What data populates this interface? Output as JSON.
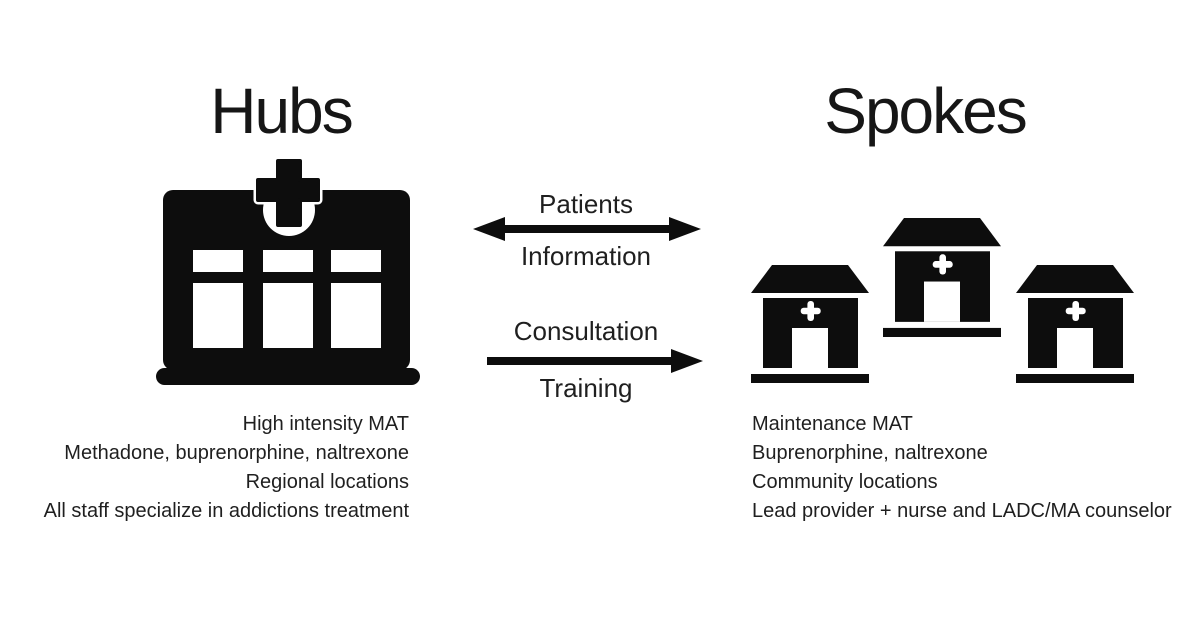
{
  "diagram": {
    "kind": "hub-and-spoke",
    "colors": {
      "background": "#ffffff",
      "ink": "#0d0d0d",
      "text": "#1f1f1f"
    },
    "hubs": {
      "title": "Hubs",
      "icon": "hospital-building",
      "lines": [
        "High intensity MAT",
        "Methadone, buprenorphine, naltrexone",
        "Regional locations",
        "All staff specialize in addictions treatment"
      ]
    },
    "spokes": {
      "title": "Spokes",
      "icon": "clinic-building",
      "building_count": 3,
      "lines": [
        "Maintenance MAT",
        "Buprenorphine, naltrexone",
        "Community locations",
        "Lead provider + nurse and LADC/MA counselor"
      ]
    },
    "flows": [
      {
        "top_label": "Patients",
        "bottom_label": "Information",
        "direction": "bidirectional"
      },
      {
        "top_label": "Consultation",
        "bottom_label": "Training",
        "direction": "left-to-right"
      }
    ]
  }
}
